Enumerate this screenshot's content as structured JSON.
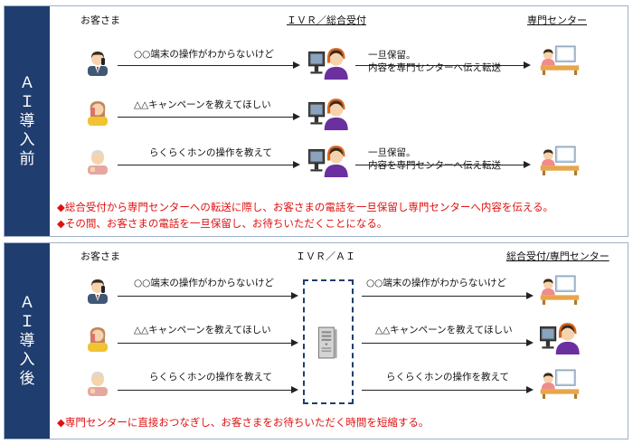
{
  "before": {
    "side_label": [
      "Ａ",
      "Ｉ",
      "導",
      "入",
      "前"
    ],
    "col_customer": "お客さま",
    "col_middle": "ＩＶＲ／総合受付",
    "col_right": "専門センター",
    "rows": [
      {
        "message": "○○端末の操作がわからないけど",
        "note": [
          "一旦保留。",
          "内容を専門センターへ伝え転送"
        ]
      },
      {
        "message": "△△キャンペーンを教えてほしい",
        "note": []
      },
      {
        "message": "らくらくホンの操作を教えて",
        "note": [
          "一旦保留。",
          "内容を専門センターへ伝え転送"
        ]
      }
    ],
    "footnotes": [
      "◆総合受付から専門センターへの転送に際し、お客さまの電話を一旦保留し専門センターへ内容を伝える。",
      "◆その間、お客さまの電話を一旦保留し、お待ちいただくことになる。"
    ]
  },
  "after": {
    "side_label": [
      "Ａ",
      "Ｉ",
      "導",
      "入",
      "後"
    ],
    "col_customer": "お客さま",
    "col_middle": "ＩＶＲ／ＡＩ",
    "col_right": "総合受付/専門センター",
    "rows": [
      {
        "message": "○○端末の操作がわからないけど",
        "forward": "○○端末の操作がわからないけど"
      },
      {
        "message": "△△キャンペーンを教えてほしい",
        "forward": "△△キャンペーンを教えてほしい"
      },
      {
        "message": "らくらくホンの操作を教えて",
        "forward": "らくらくホンの操作を教えて"
      }
    ],
    "footnotes": [
      "◆専門センターに直接おつなぎし、お客さまをお待ちいただく時間を短縮する。"
    ]
  },
  "colors": {
    "sidebar": "#1f3d6e",
    "footnote": "#e01010",
    "border": "#9db0c8"
  },
  "icons": [
    "businessman-phone-icon",
    "woman-phone-icon",
    "elderly-phone-icon",
    "operator-headset-icon",
    "office-worker-desk-icon",
    "ai-server-icon"
  ]
}
